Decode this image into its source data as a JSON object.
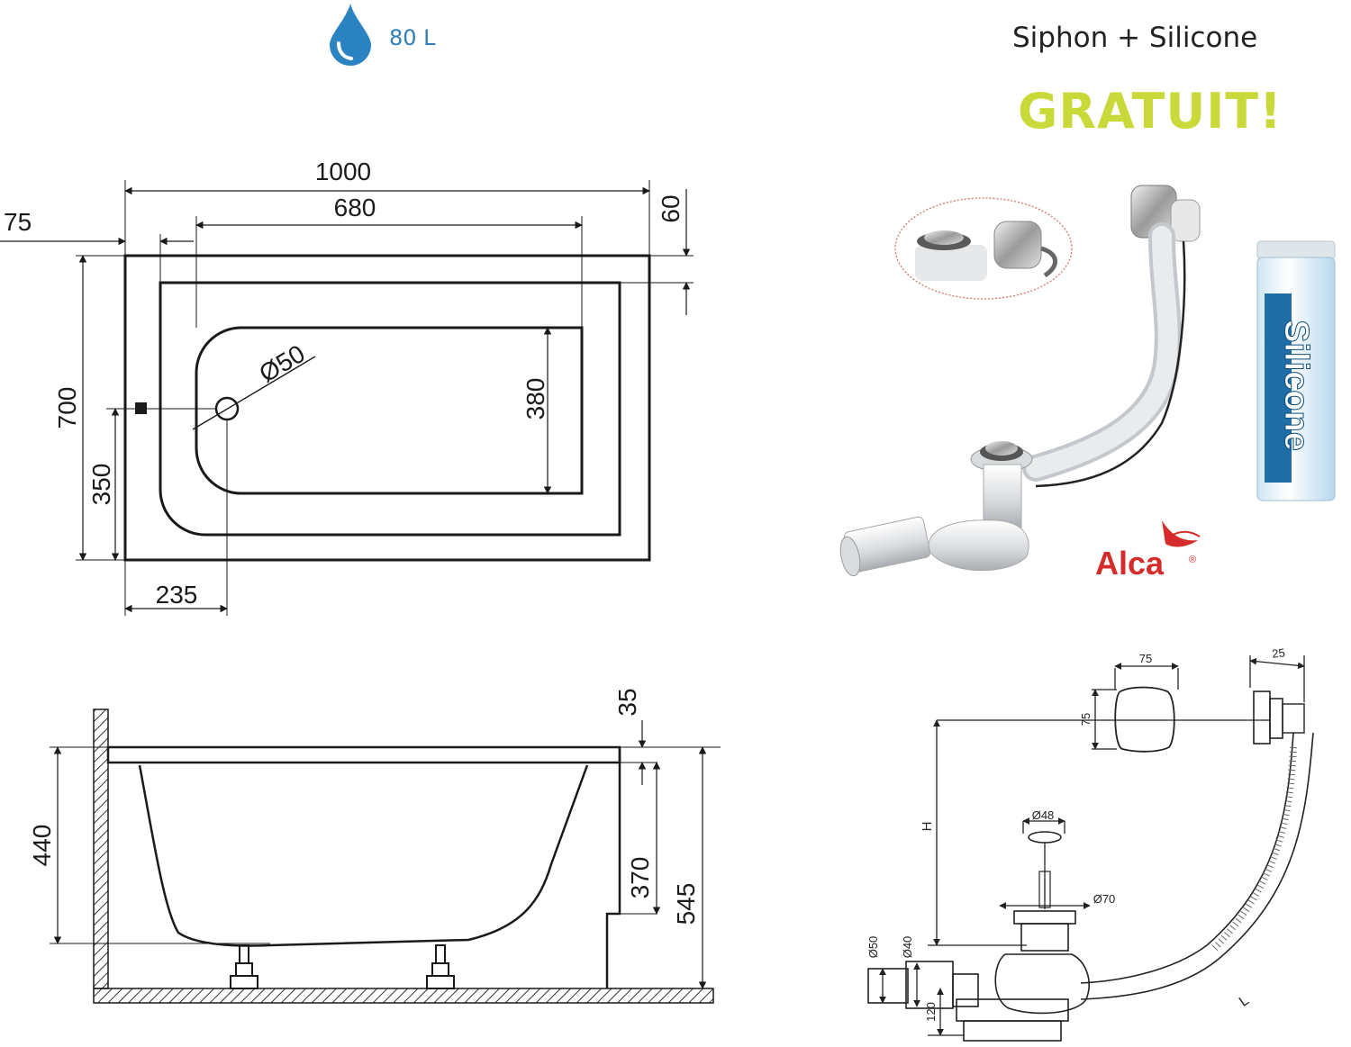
{
  "header": {
    "capacity": "80 L",
    "bundle_title": "Siphon + Silicone",
    "free_label": "GRATUIT!"
  },
  "top_view": {
    "overall_length": "1000",
    "inner_length": "680",
    "rim_left": "75",
    "rim_right": "60",
    "overall_width": "700",
    "drain_offset": "350",
    "inner_width": "380",
    "drain_diameter": "Ø50",
    "drain_from_edge": "235"
  },
  "side_view": {
    "rim_thickness": "35",
    "basin_depth": "440",
    "apron_height": "370",
    "total_height": "545"
  },
  "product": {
    "brand": "Alca",
    "brand_mark": "®",
    "tube_label": "Silicone"
  },
  "siphon_drawing": {
    "cover_width": "75",
    "cover_height": "75",
    "overflow_depth": "25",
    "plug_diameter": "Ø48",
    "drain_diameter": "Ø70",
    "outlet_outer": "Ø50",
    "outlet_inner": "Ø40",
    "trap_height": "120",
    "height_label": "H",
    "length_label": "L"
  },
  "colors": {
    "water_drop": "#2c83c2",
    "capacity_text": "#2f7fb6",
    "free_label": "#c9d93a",
    "brand_red": "#d62b2b",
    "silicone_blue": "#1f6ea8",
    "line": "#1a1a1a"
  },
  "icons": {
    "capacity": "water-drop-icon"
  }
}
